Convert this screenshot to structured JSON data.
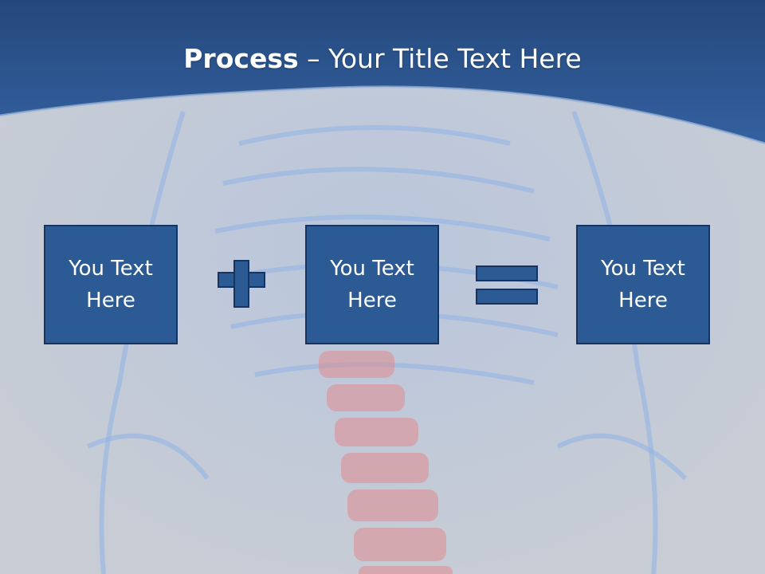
{
  "slide": {
    "title_bold": "Process",
    "title_separator": " – ",
    "title_rest": "Your Title Text Here",
    "boxes": [
      {
        "label": "You Text Here"
      },
      {
        "label": "You Text Here"
      },
      {
        "label": "You Text Here"
      }
    ],
    "operators": [
      "plus-icon",
      "equals-icon"
    ],
    "background_image": "x-ray-skeleton-spine",
    "colors": {
      "header_blue": "#2f5a95",
      "box_fill": "#2c5a94",
      "box_border": "#16345f",
      "body_gray": "#c9cfd8",
      "spine_highlight": "#e08a8f"
    }
  }
}
